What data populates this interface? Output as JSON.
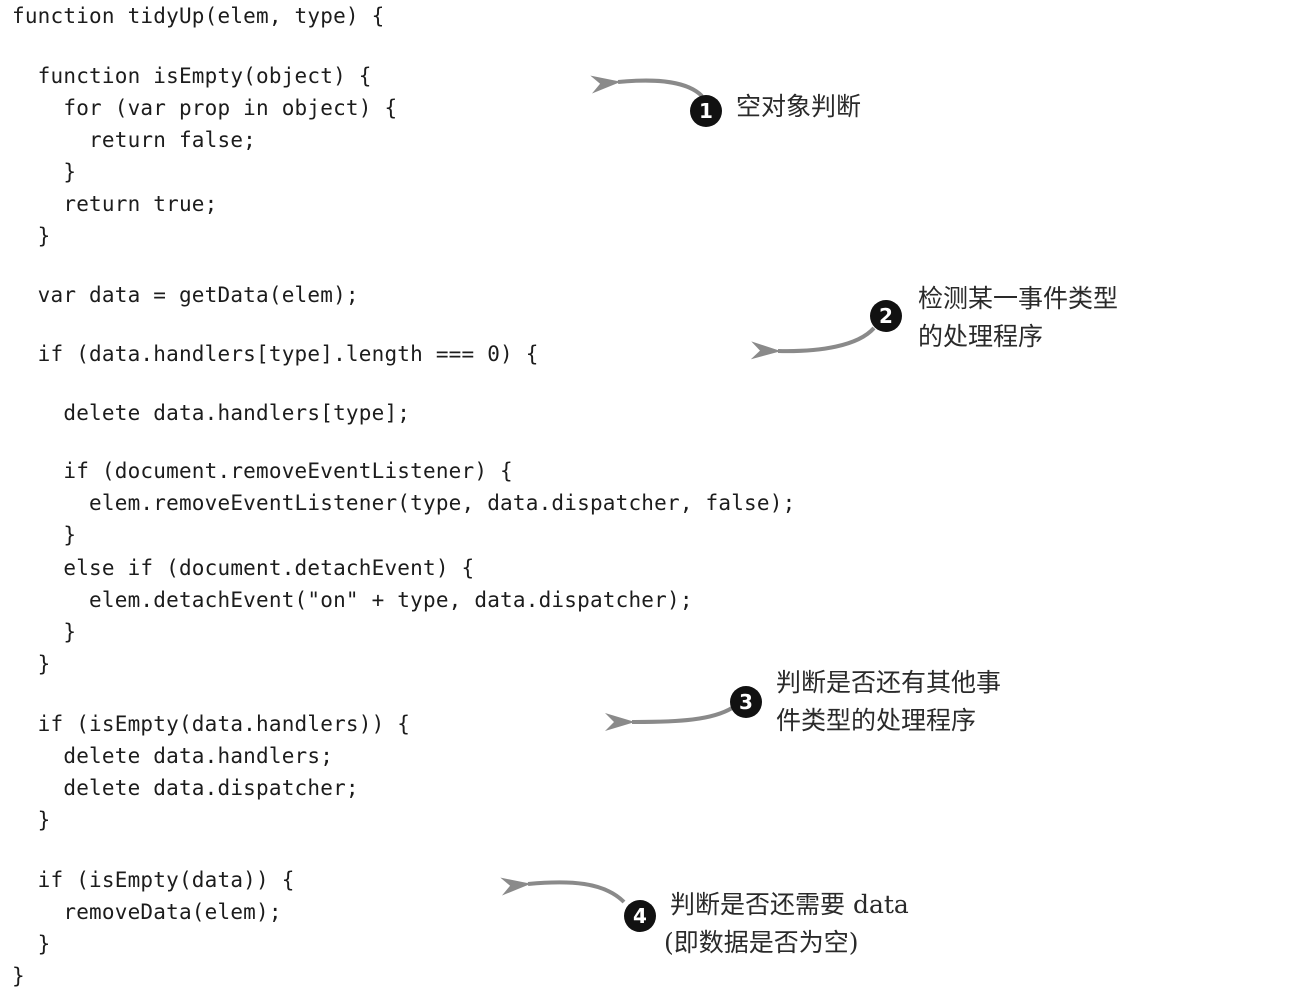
{
  "code_lines": [
    "function tidyUp(elem, type) {",
    "  function isEmpty(object) {",
    "    for (var prop in object) {",
    "      return false;",
    "    }",
    "    return true;",
    "  }",
    "  var data = getData(elem);",
    "  if (data.handlers[type].length === 0) {",
    "    delete data.handlers[type];",
    "    if (document.removeEventListener) {",
    "      elem.removeEventListener(type, data.dispatcher, false);",
    "    }",
    "    else if (document.detachEvent) {",
    "      elem.detachEvent(\"on\" + type, data.dispatcher);",
    "    }",
    "  }",
    "  if (isEmpty(data.handlers)) {",
    "    delete data.handlers;",
    "    delete data.dispatcher;",
    "  }",
    "  if (isEmpty(data)) {",
    "    removeData(elem);",
    "  }",
    "}"
  ],
  "annotations": [
    {
      "number": "1",
      "lines": [
        "空对象判断"
      ]
    },
    {
      "number": "2",
      "lines": [
        "检测某一事件类型",
        "的处理程序"
      ]
    },
    {
      "number": "3",
      "lines": [
        "判断是否还有其他事",
        "件类型的处理程序"
      ]
    },
    {
      "number": "4",
      "lines": [
        "判断是否还需要 data",
        "(即数据是否为空)"
      ]
    }
  ]
}
